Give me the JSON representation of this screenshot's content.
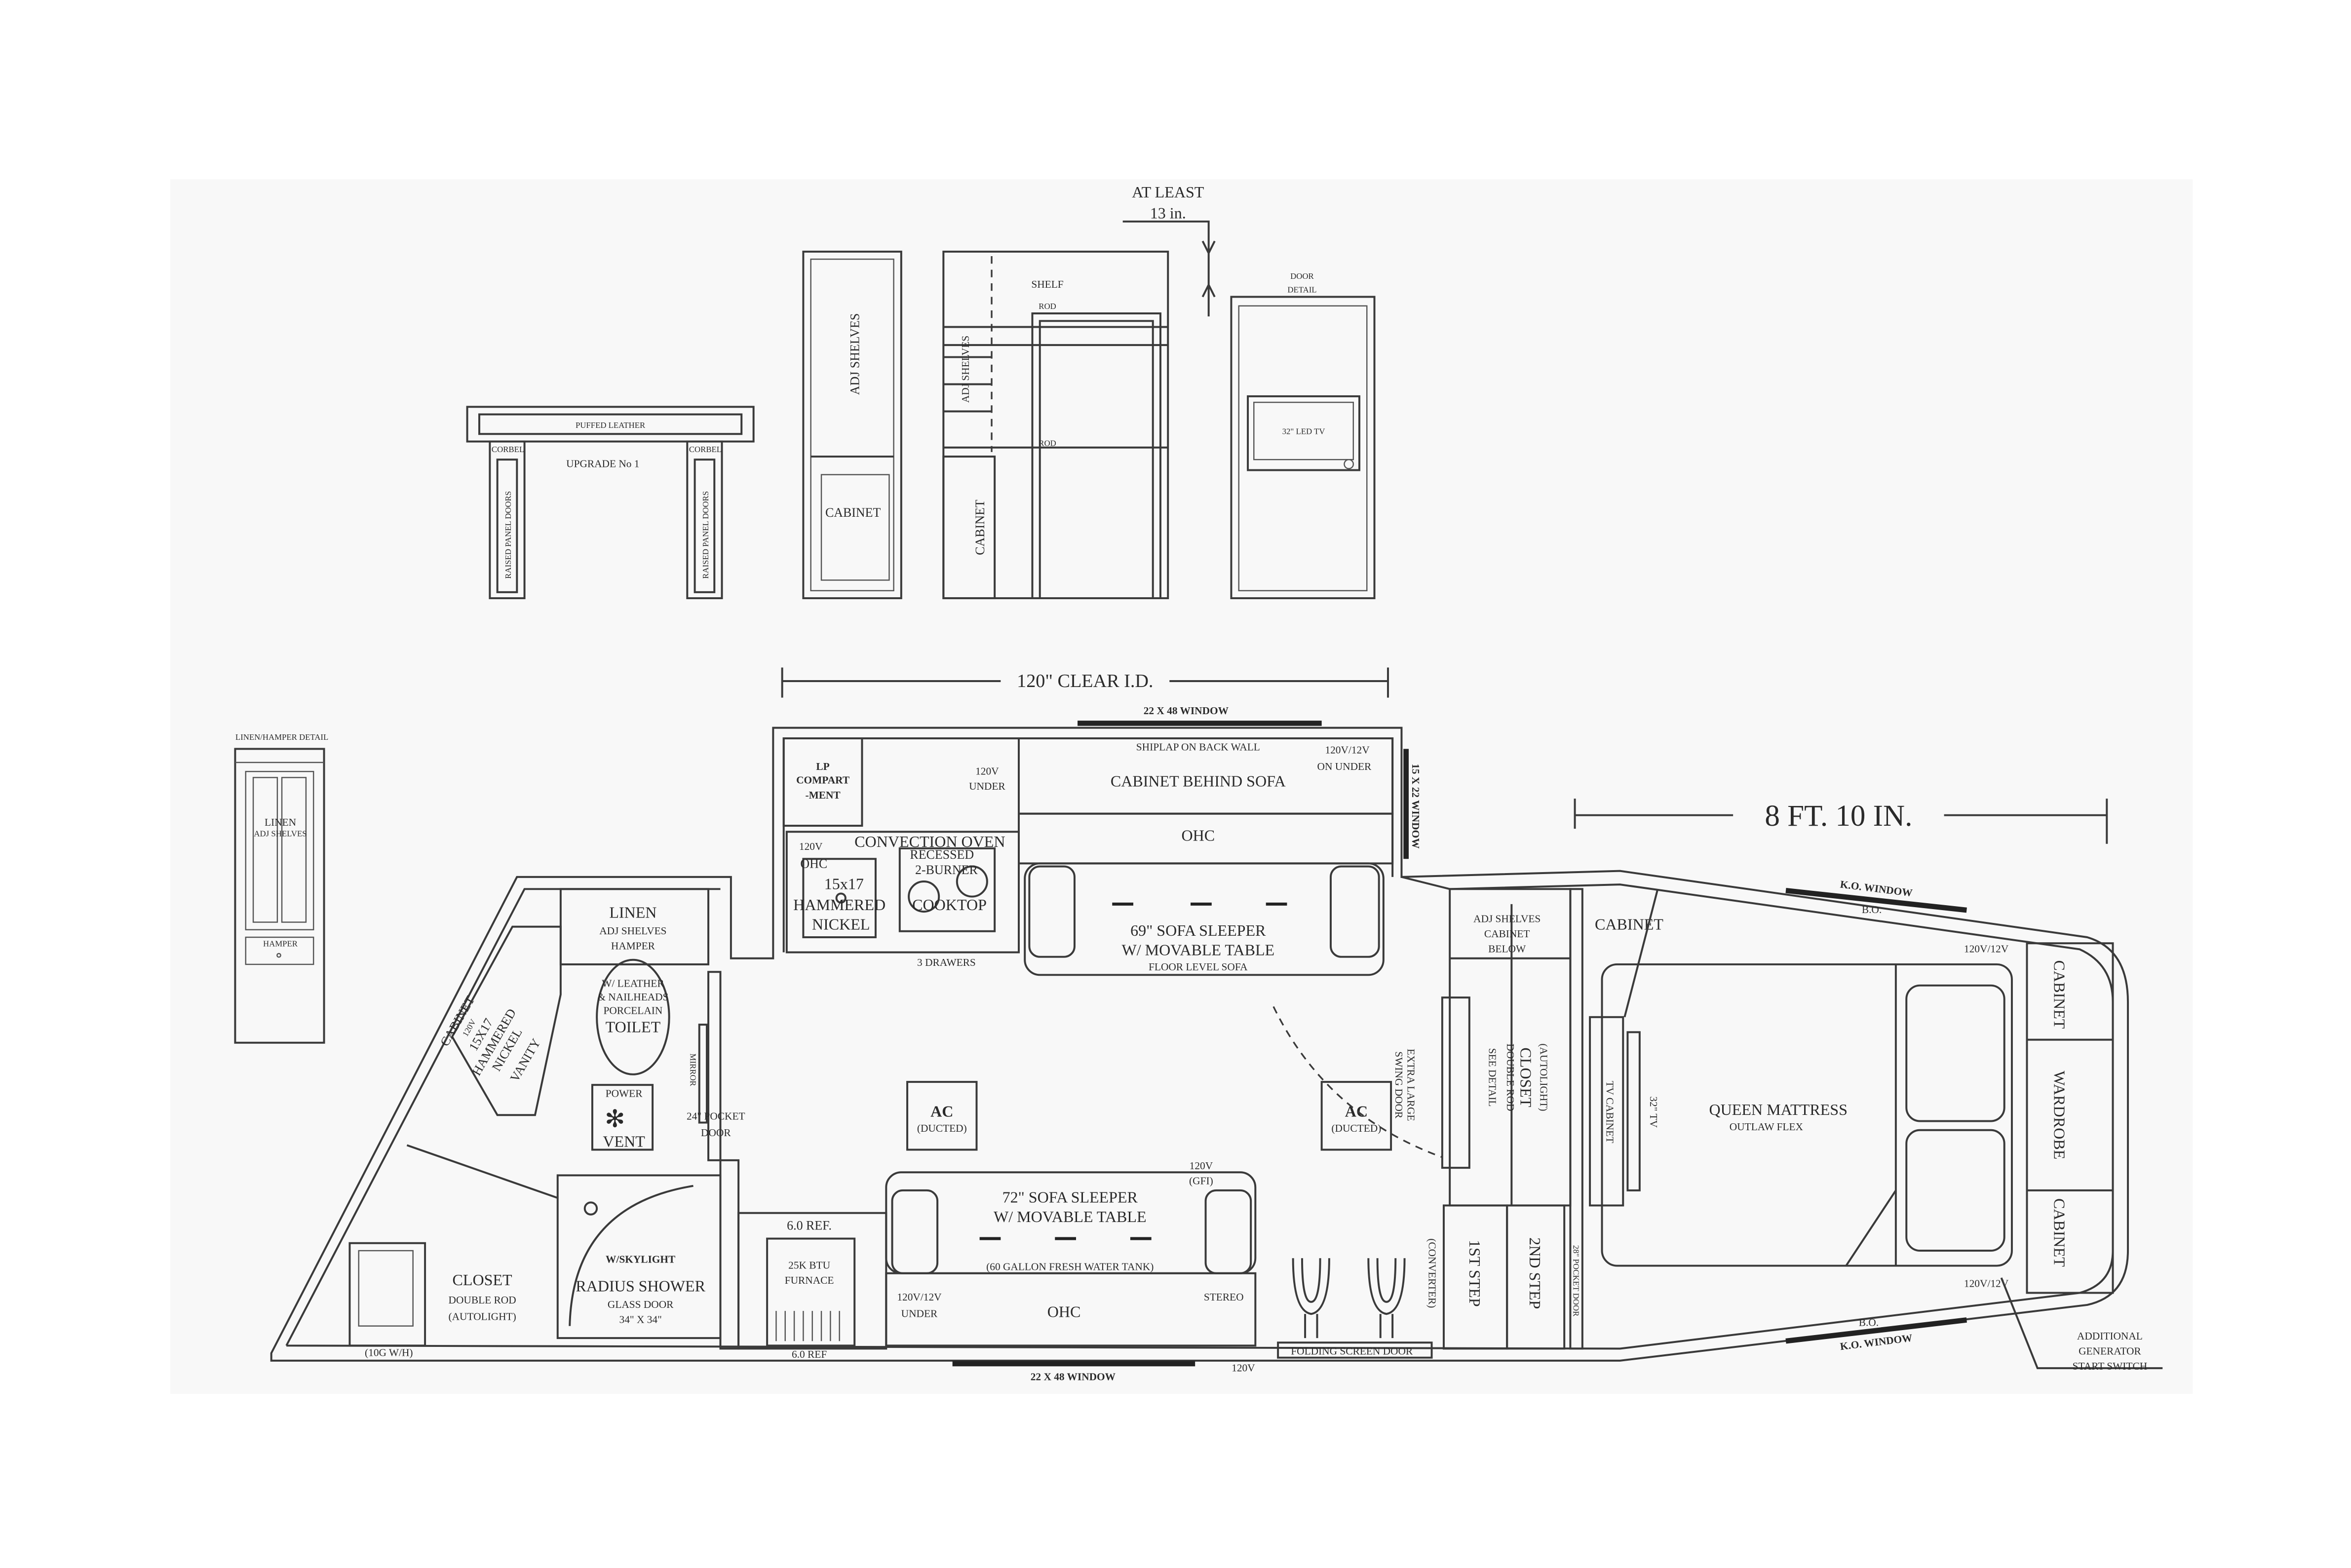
{
  "elevations": {
    "at_least": "AT LEAST",
    "at_least_value": "13 in.",
    "puffed_leather": "PUFFED LEATHER",
    "corbel": "CORBEL",
    "upgrade": "UPGRADE No 1",
    "raised_panel_doors": "RAISED PANEL DOORS",
    "adj_shelves": "ADJ SHELVES",
    "cabinet": "CABINET",
    "shelf": "SHELF",
    "rod": "ROD",
    "door_detail_1": "DOOR",
    "door_detail_2": "DETAIL",
    "led_tv": "32\" LED TV"
  },
  "linen_detail": {
    "title": "LINEN/HAMPER DETAIL",
    "linen": "LINEN",
    "adj_shelves": "ADJ SHELVES",
    "hamper": "HAMPER"
  },
  "dimensions": {
    "clear_id": "120\" CLEAR I.D.",
    "nose_length": "8 FT. 10 IN."
  },
  "kitchen": {
    "top_window": "22 X 48 WINDOW",
    "shiplap": "SHIPLAP ON BACK WALL",
    "outlet_top_right_1": "120V/12V",
    "outlet_top_right_2": "ON UNDER",
    "cabinet_behind_sofa": "CABINET BEHIND SOFA",
    "ohc": "OHC",
    "lp_1": "LP",
    "lp_2": "COMPART",
    "lp_3": "-MENT",
    "outlet_under_1": "120V",
    "outlet_under_2": "UNDER",
    "side_window": "15 X 22 WINDOW",
    "sink_120v": "120V",
    "sink_ohc": "OHC",
    "convection_oven": "CONVECTION OVEN",
    "recessed": "RECESSED",
    "two_burner": "2-BURNER",
    "cooktop": "COOKTOP",
    "sink_size": "15x17",
    "hammered": "HAMMERED",
    "nickel": "NICKEL",
    "drawers": "3 DRAWERS",
    "sofa_69_1": "69\" SOFA SLEEPER",
    "sofa_69_2": "W/ MOVABLE TABLE",
    "sofa_69_3": "FLOOR LEVEL SOFA"
  },
  "bath": {
    "linen": "LINEN",
    "adj_shelves": "ADJ SHELVES",
    "hamper": "HAMPER",
    "toilet_1": "W/ LEATHER",
    "toilet_2": "& NAILHEADS",
    "toilet_3": "PORCELAIN",
    "toilet_4": "TOILET",
    "mirror": "MIRROR",
    "power": "POWER",
    "vent": "VENT",
    "pocket_door_1": "24\" POCKET",
    "pocket_door_2": "DOOR",
    "vanity_cabinet": "CABINET",
    "vanity_120v": "120V",
    "vanity_sink": "15X17",
    "vanity_hammered": "HAMMERED",
    "vanity_nickel": "NICKEL",
    "vanity": "VANITY",
    "skylight": "W/SKYLIGHT",
    "shower": "RADIUS SHOWER",
    "glass_door": "GLASS DOOR",
    "shower_size": "34\" X 34\"",
    "closet": "CLOSET",
    "double_rod": "DOUBLE ROD",
    "autolight": "(AUTOLIGHT)",
    "water_heater": "(10G W/H)"
  },
  "living": {
    "ac": "AC",
    "ducted": "(DUCTED)",
    "ref_top": "6.0 REF.",
    "furnace_1": "25K BTU",
    "furnace_2": "FURNACE",
    "ref_bottom": "6.0 REF",
    "sofa_72_1": "72\" SOFA SLEEPER",
    "sofa_72_2": "W/ MOVABLE TABLE",
    "water_tank": "(60 GALLON FRESH WATER TANK)",
    "gfi_1": "120V",
    "gfi_2": "(GFI)",
    "under_1": "120V/12V",
    "under_2": "UNDER",
    "ohc": "OHC",
    "stereo": "STEREO",
    "bottom_window": "22 X 48 WINDOW",
    "outlet_120v": "120V",
    "screen_door": "FOLDING SCREEN DOOR",
    "converter": "(CONVERTER)",
    "swing_door_1": "EXTRA LARGE",
    "swing_door_2": "SWING DOOR",
    "first_step": "1ST STEP",
    "second_step": "2ND STEP"
  },
  "gooseneck": {
    "adj_shelves": "ADJ SHELVES",
    "cabinet": "CABINET",
    "below": "BELOW",
    "closet": "CLOSET",
    "autolight": "(AUTOLIGHT)",
    "double_rod": "DOUBLE ROD",
    "see_detail": "SEE DETAIL",
    "pocket_door": "28\" POCKET DOOR",
    "cabinet_top": "CABINET",
    "tv_cabinet": "TV CABINET",
    "tv": "32\" TV",
    "queen": "QUEEN MATTRESS",
    "outlaw": "OUTLAW FLEX",
    "outlet_top": "120V/12V",
    "outlet_bottom": "120V/12V",
    "right_cabinet_1": "CABINET",
    "wardrobe": "WARDROBE",
    "right_cabinet_2": "CABINET",
    "ko_window": "K.O. WINDOW",
    "bo": "B.O.",
    "generator_1": "ADDITIONAL",
    "generator_2": "GENERATOR",
    "generator_3": "START SWITCH"
  }
}
